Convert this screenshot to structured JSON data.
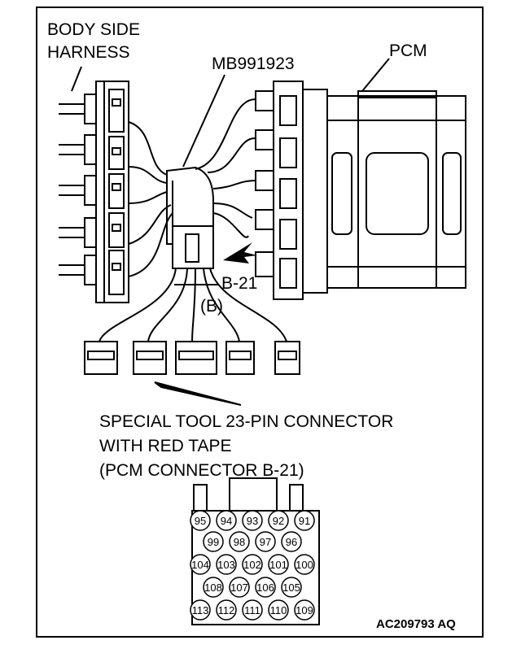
{
  "labels": {
    "body_side_harness": [
      "BODY SIDE",
      "HARNESS"
    ],
    "tool": "MB991923",
    "pcm": "PCM",
    "connector_id": "B-21",
    "connector_letter": "(B)",
    "caption": [
      "SPECIAL TOOL 23-PIN CONNECTOR",
      "WITH RED TAPE",
      "(PCM CONNECTOR B-21)"
    ],
    "figure_code": "AC209793 AQ"
  },
  "pins": {
    "row1": [
      "95",
      "94",
      "93",
      "92",
      "91"
    ],
    "row2": [
      "99",
      "98",
      "97",
      "96"
    ],
    "row3": [
      "104",
      "103",
      "102",
      "101",
      "100"
    ],
    "row4": [
      "108",
      "107",
      "106",
      "105"
    ],
    "row5": [
      "113",
      "112",
      "111",
      "110",
      "109"
    ]
  }
}
